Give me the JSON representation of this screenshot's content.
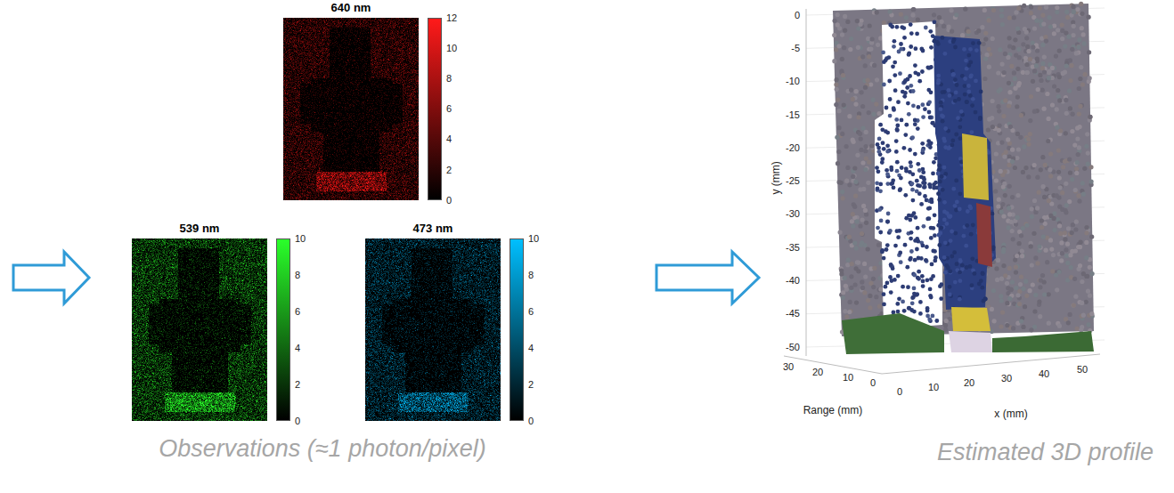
{
  "diagram": {
    "nodes": [
      {
        "text": [
          "640 nm"
        ]
      },
      {
        "text": [
          "539 nm"
        ]
      },
      {
        "text": [
          "473 nm"
        ]
      },
      {
        "text": [
          "Estimated 3D profile"
        ]
      }
    ],
    "edges": [
      {
        "from": 2,
        "to": 3,
        "arrow": "to"
      }
    ],
    "labels": [
      "12",
      "10",
      "8",
      "6",
      "4",
      "2",
      "0",
      "10",
      "8",
      "6",
      "4",
      "2",
      "0",
      "10",
      "8",
      "6",
      "4",
      "2",
      "0",
      "Observations (≈1 photon/pixel)",
      "0",
      "-5",
      "-10",
      "-15",
      "-20",
      "-25",
      "-30",
      "-35",
      "-40",
      "-45",
      "-50",
      "y (mm)",
      "30",
      "20",
      "10",
      "0",
      "Range (mm)",
      "0",
      "10",
      "20",
      "30",
      "40",
      "50",
      "x (mm)"
    ]
  }
}
